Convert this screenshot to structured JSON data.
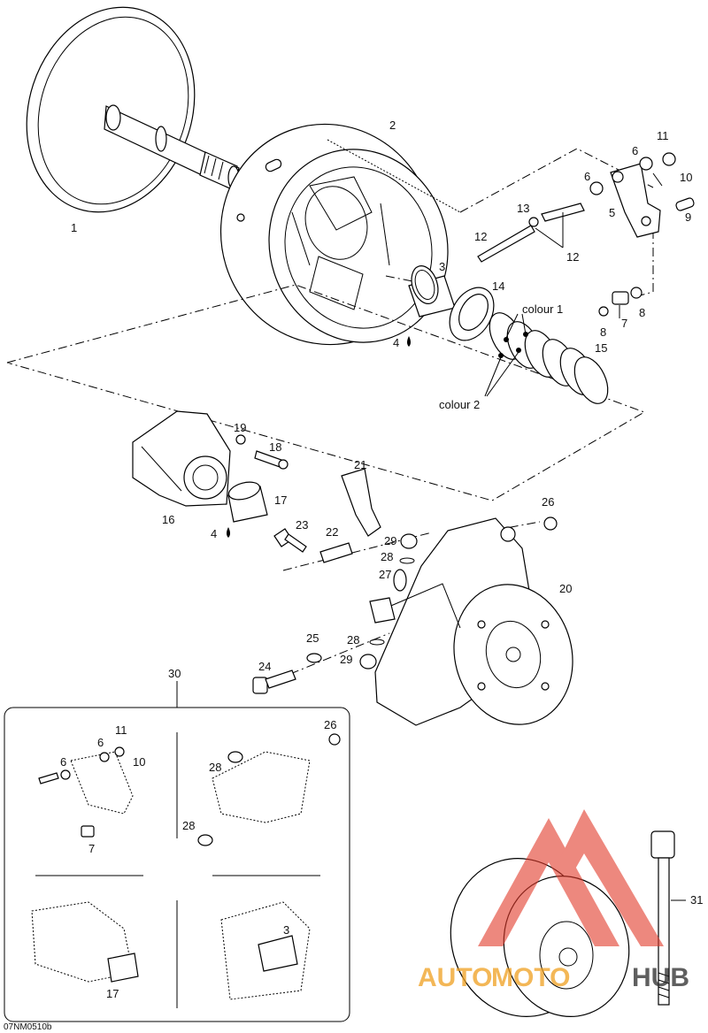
{
  "figure_code": "07NM0510b",
  "callouts": {
    "c1": "1",
    "c2": "2",
    "c3": "3",
    "c4a": "4",
    "c4b": "4",
    "c5": "5",
    "c6a": "6",
    "c6b": "6",
    "c7": "7",
    "c8a": "8",
    "c8b": "8",
    "c9": "9",
    "c10": "10",
    "c11": "11",
    "c12a": "12",
    "c12b": "12",
    "c13": "13",
    "c14": "14",
    "c15": "15",
    "c16": "16",
    "c17": "17",
    "c18": "18",
    "c19": "19",
    "c20": "20",
    "c21": "21",
    "c22": "22",
    "c23": "23",
    "c24": "24",
    "c25": "25",
    "c26": "26",
    "c27": "27",
    "c28a": "28",
    "c28b": "28",
    "c29a": "29",
    "c29b": "29",
    "c30": "30",
    "c31": "31",
    "i6a": "6",
    "i6b": "6",
    "i11": "11",
    "i10": "10",
    "i7": "7",
    "i26": "26",
    "i28a": "28",
    "i28b": "28",
    "i3": "3",
    "i17": "17"
  },
  "spring_labels": {
    "colour1": "colour 1",
    "colour2": "colour 2"
  },
  "watermark": {
    "text_a": "AUTO",
    "text_b": "MOTO",
    "text_c": "HUB",
    "color_main": "#f0a020",
    "color_logo": "#e23a2a"
  }
}
